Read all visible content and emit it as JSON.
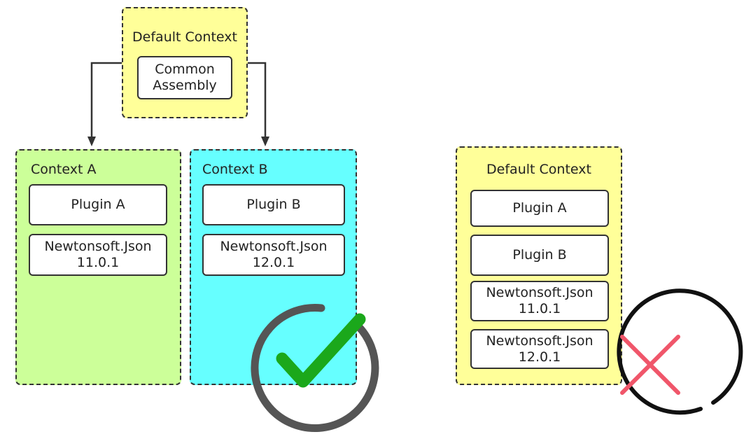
{
  "left_diagram": {
    "default_context": {
      "title": "Default Context",
      "color": "#FFFF99",
      "common_assembly": {
        "line1": "Common",
        "line2": "Assembly"
      }
    },
    "context_a": {
      "title": "Context A",
      "color": "#CCFF99",
      "plugin": "Plugin A",
      "json_name": "Newtonsoft.Json",
      "json_version": "11.0.1"
    },
    "context_b": {
      "title": "Context B",
      "color": "#66FFFF",
      "plugin": "Plugin B",
      "json_name": "Newtonsoft.Json",
      "json_version": "12.0.1"
    },
    "status_icon": "check-icon"
  },
  "right_diagram": {
    "default_context": {
      "title": "Default Context",
      "color": "#FFFF99",
      "plugin_a": "Plugin A",
      "plugin_b": "Plugin B",
      "json_1_name": "Newtonsoft.Json",
      "json_1_version": "11.0.1",
      "json_2_name": "Newtonsoft.Json",
      "json_2_version": "12.0.1"
    },
    "status_icon": "cross-icon"
  },
  "colors": {
    "check_green": "#1BA81B",
    "cross_red": "#F0566A",
    "check_ring": "#555555",
    "cross_ring": "#111111"
  }
}
